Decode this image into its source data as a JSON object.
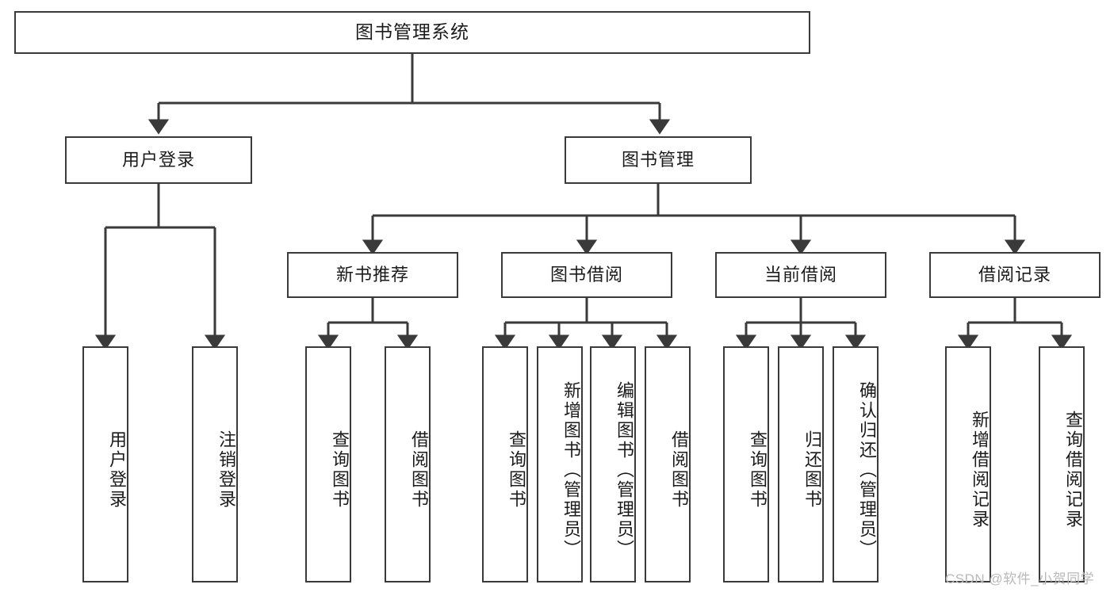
{
  "diagram": {
    "title": "图书管理系统",
    "type": "tree",
    "root": {
      "label": "图书管理系统"
    },
    "level1": [
      {
        "label": "用户登录"
      },
      {
        "label": "图书管理"
      }
    ],
    "level2": [
      {
        "label": "新书推荐"
      },
      {
        "label": "图书借阅"
      },
      {
        "label": "当前借阅"
      },
      {
        "label": "借阅记录"
      }
    ],
    "leaves": {
      "user_login": [
        {
          "label": "用户登录"
        },
        {
          "label": "注销登录"
        }
      ],
      "new_book_recommend": [
        {
          "label": "查询图书"
        },
        {
          "label": "借阅图书"
        }
      ],
      "book_borrow": [
        {
          "label": "查询图书"
        },
        {
          "label": "新增图书（管理员）"
        },
        {
          "label": "编辑图书（管理员）"
        },
        {
          "label": "借阅图书"
        }
      ],
      "current_borrow": [
        {
          "label": "查询图书"
        },
        {
          "label": "归还图书"
        },
        {
          "label": "确认归还（管理员）"
        }
      ],
      "borrow_record": [
        {
          "label": "新增借阅记录"
        },
        {
          "label": "查询借阅记录"
        }
      ]
    }
  },
  "watermark": {
    "text": "CSDN @软件_小贺同学"
  },
  "colors": {
    "stroke": "#3a3a3a",
    "background": "#ffffff",
    "text": "#1b1b1b",
    "watermark": "#b9b9b9"
  }
}
